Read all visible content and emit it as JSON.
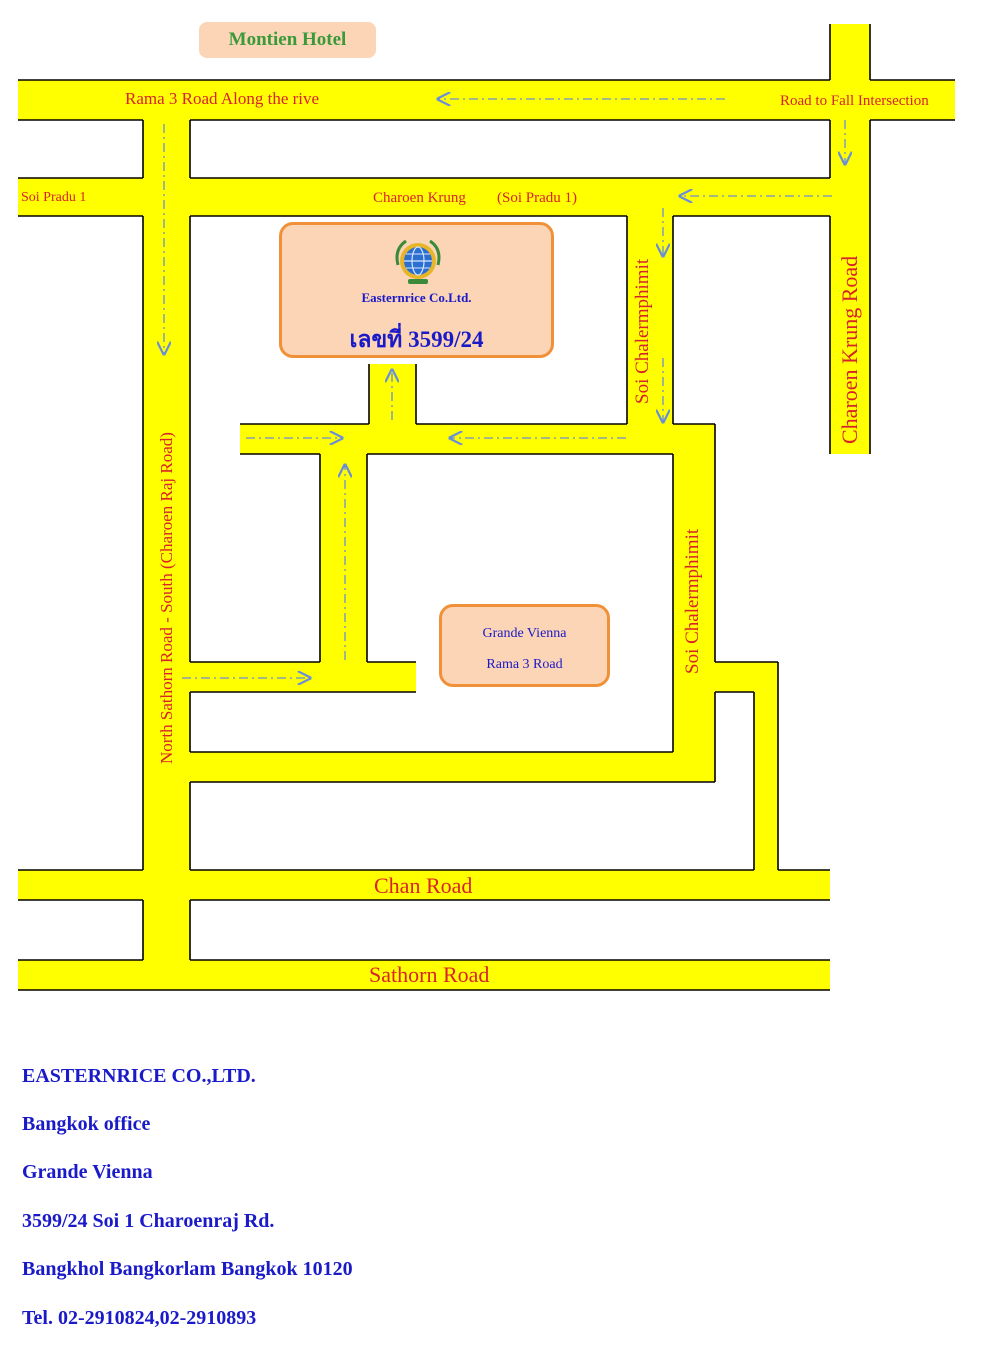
{
  "map": {
    "landmark": "Montien Hotel",
    "roads": {
      "rama3": "Rama 3 Road Along the rive",
      "fall_intersection": "Road to Fall Intersection",
      "soi_pradu": "Soi Pradu 1",
      "charoen_krung": "Charoen Krung",
      "charoen_krung_soi": "(Soi Pradu 1)",
      "charoen_krung_road": "Charoen Krung Road",
      "soi_chalermphimit_upper": "Soi Chalermphimit",
      "soi_chalermphimit_lower": "Soi Chalermphimit",
      "north_sathorn": "North Sathorn Road - South  (Charoen Raj Road)",
      "chan_road": "Chan Road",
      "sathorn_road": "Sathorn Road"
    },
    "company_box": {
      "name": "Easternrice Co.Ltd.",
      "number": "เลขที่ 3599/24"
    },
    "vienna_box": {
      "line1": "Grande Vienna",
      "line2": "Rama 3 Road"
    },
    "colors": {
      "road": "#ffff00",
      "label": "#d8232a",
      "landmark_text": "#3a9a3a",
      "arrow": "#6a8fd8",
      "box_fill": "#fbd5b5",
      "box_border": "#f0913a",
      "info_text": "#1a1ac8"
    }
  },
  "contact": {
    "company": "EASTERNRICE CO.,LTD.",
    "office": "Bangkok office",
    "building": "Grande Vienna",
    "address1": "3599/24 Soi 1 Charoenraj Rd.",
    "address2": "Bangkhol  Bangkorlam Bangkok 10120",
    "tel": "Tel. 02-2910824,02-2910893"
  }
}
